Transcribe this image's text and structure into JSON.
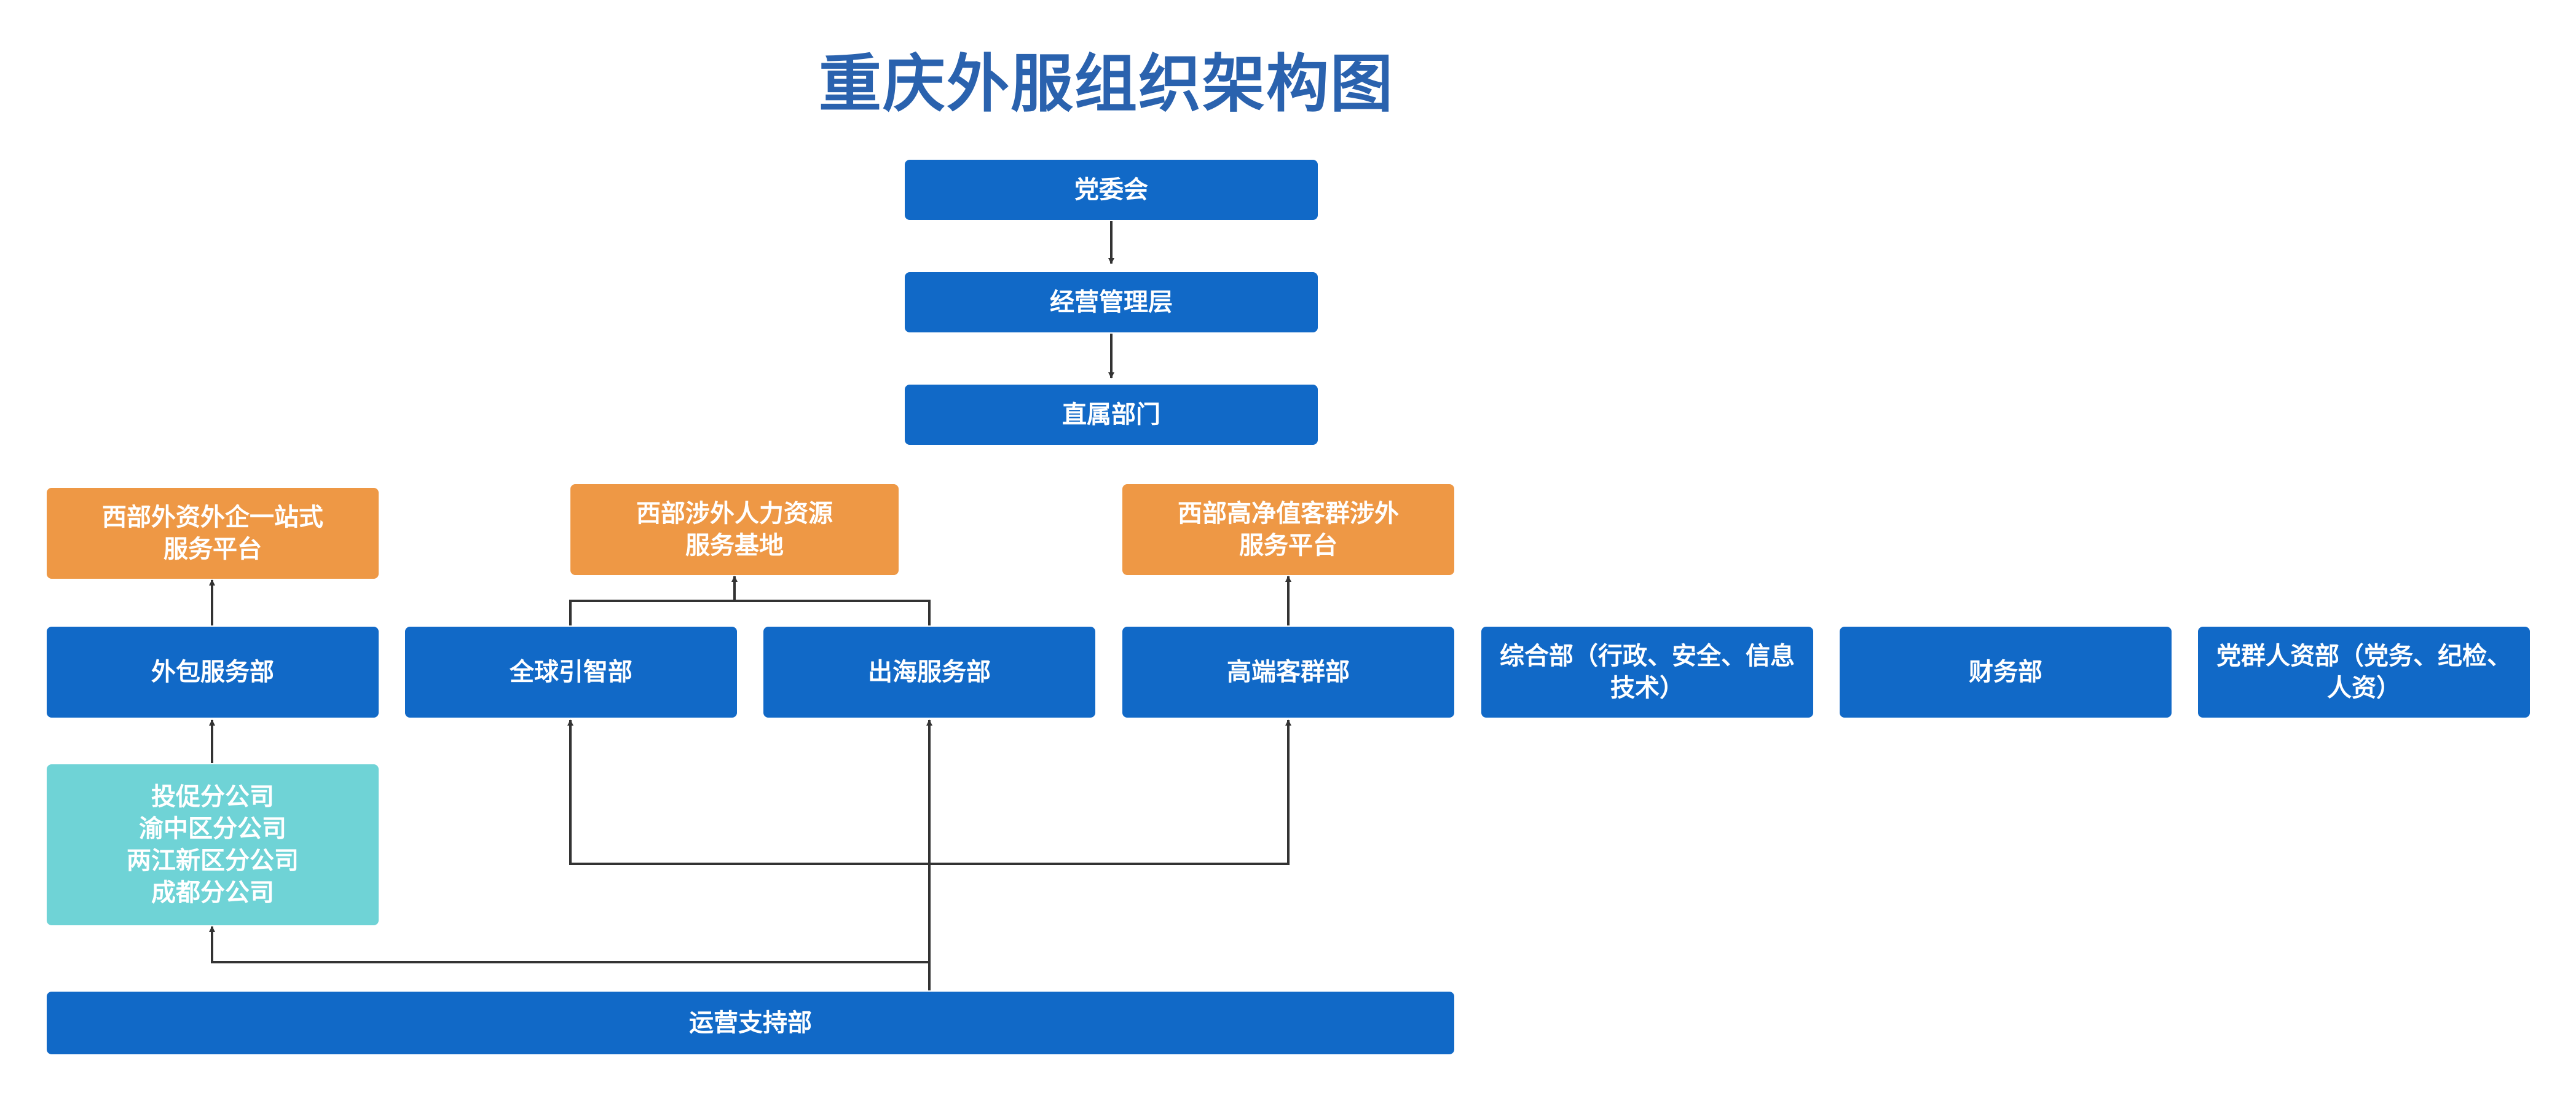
{
  "title": "重庆外服组织架构图",
  "colors": {
    "title": "#2A62AE",
    "department": "#1169C7",
    "platform": "#EE9845",
    "branch": "#6FD3D6",
    "connector": "#333333",
    "text": "#FFFFFF"
  },
  "nodes": {
    "party_committee": "党委会",
    "management": "经营管理层",
    "direct_departments": "直属部门",
    "platform_west_foreign_enterprise": [
      "西部外资外企一站式",
      "服务平台"
    ],
    "platform_west_hr_base": [
      "西部涉外人力资源",
      "服务基地"
    ],
    "platform_west_high_net_worth": [
      "西部高净值客群涉外",
      "服务平台"
    ],
    "outsourcing_dept": "外包服务部",
    "global_talent_dept": "全球引智部",
    "overseas_service_dept": "出海服务部",
    "high_end_client_dept": "高端客群部",
    "general_dept": [
      "综合部（行政、安全、信息",
      "技术）"
    ],
    "finance_dept": "财务部",
    "party_hr_dept": [
      "党群人资部（党务、纪检、",
      "人资）"
    ],
    "branches": [
      "投促分公司",
      "渝中区分公司",
      "两江新区分公司",
      "成都分公司"
    ],
    "operations_support_dept": "运营支持部"
  }
}
